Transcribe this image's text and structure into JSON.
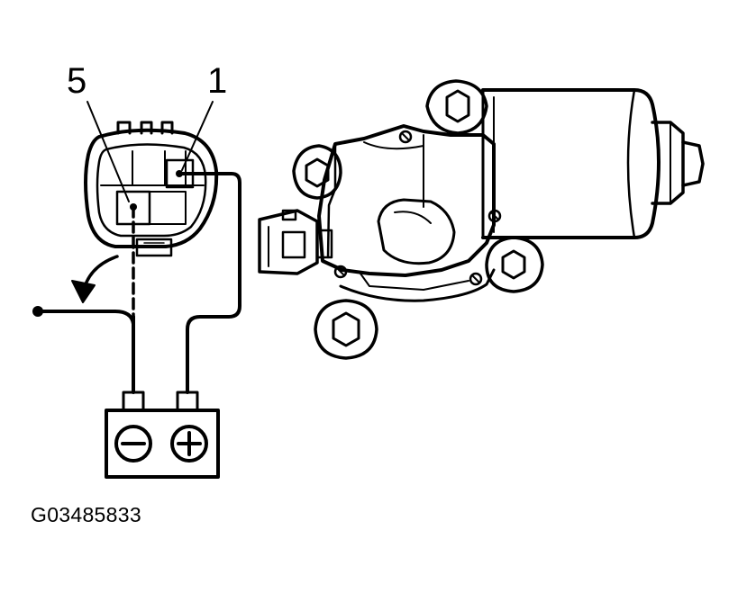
{
  "diagram": {
    "pin_labels": {
      "pin_5": "5",
      "pin_1": "1"
    },
    "battery": {
      "negative_symbol": "−",
      "positive_symbol": "+"
    },
    "figure_code": "G03485833",
    "colors": {
      "ink": "#000000",
      "paper": "#ffffff"
    }
  }
}
